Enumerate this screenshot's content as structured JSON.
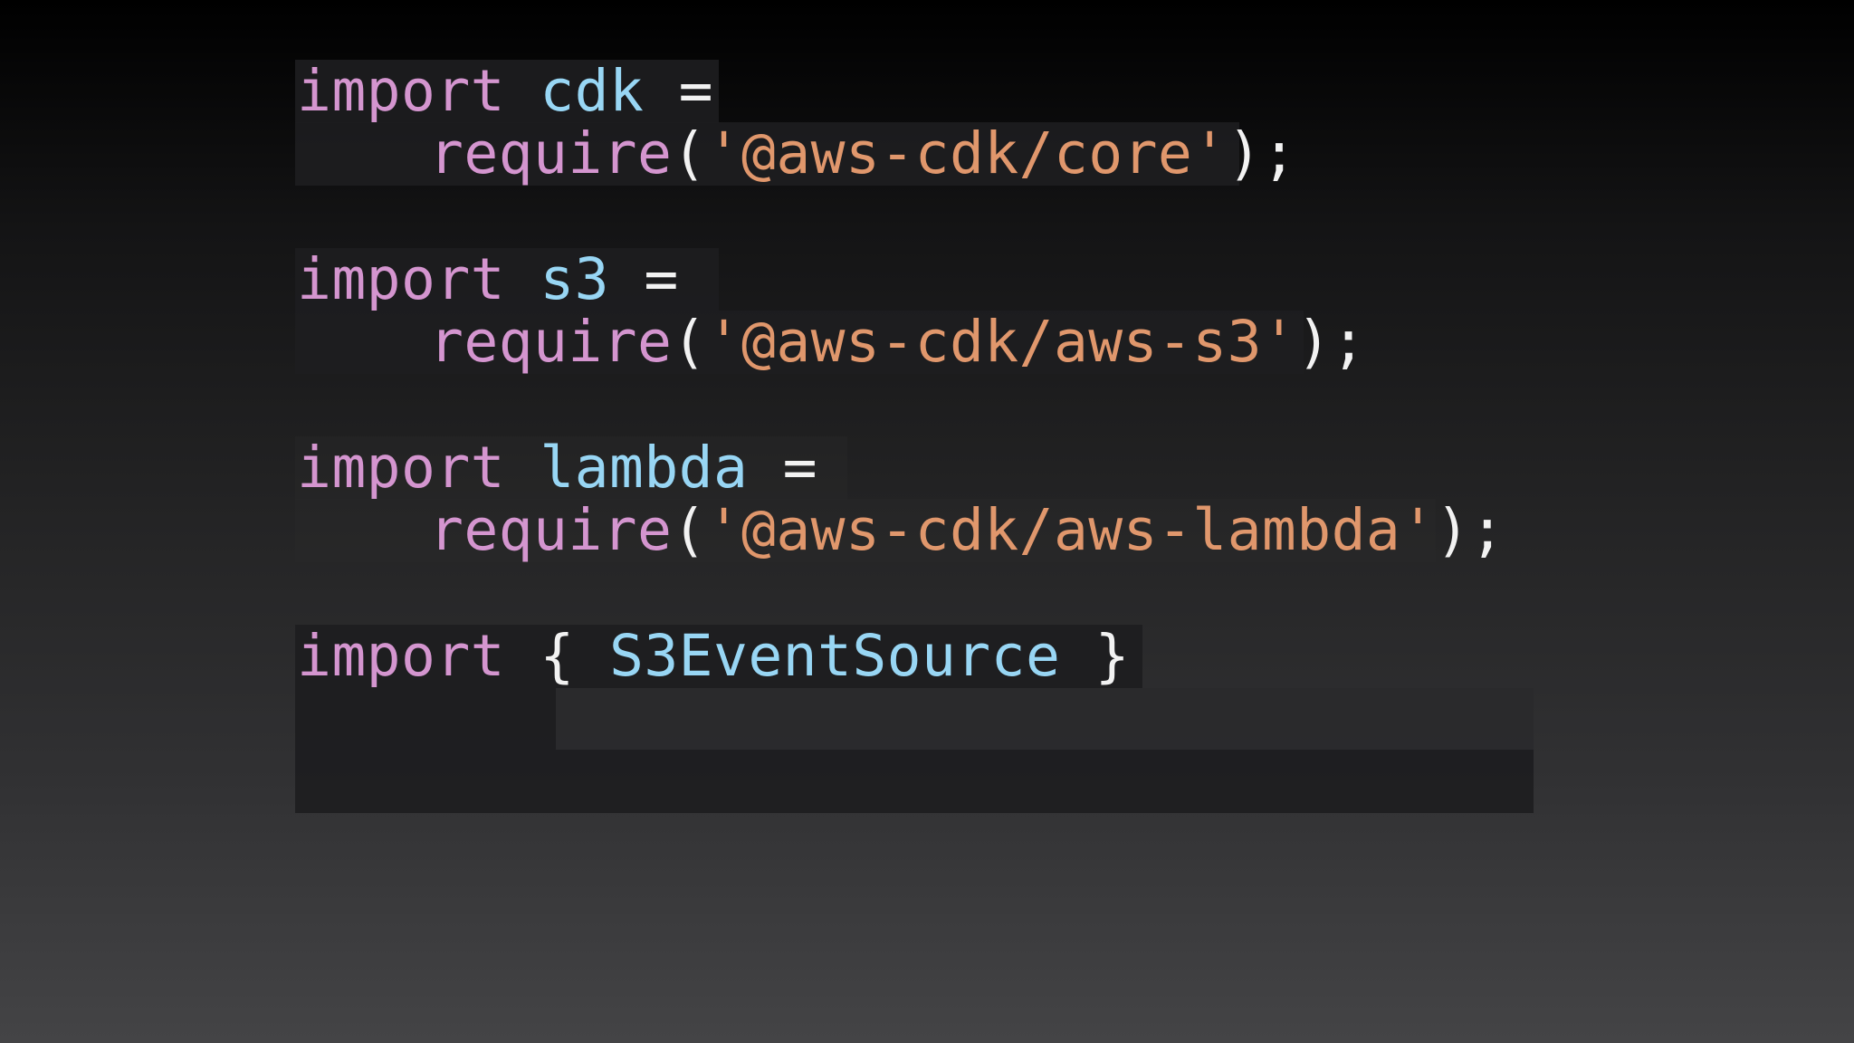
{
  "slide": {
    "blocks": [
      {
        "line1": {
          "keyword": "import",
          "name": "cdk",
          "op": "="
        },
        "line2": {
          "func": "require",
          "open": "(",
          "string": "'@aws-cdk/core'",
          "close": ");"
        }
      },
      {
        "line1": {
          "keyword": "import",
          "name": "s3",
          "op": "="
        },
        "line2": {
          "func": "require",
          "open": "(",
          "string": "'@aws-cdk/aws-s3'",
          "close": ");"
        }
      },
      {
        "line1": {
          "keyword": "import",
          "name": "lambda",
          "op": "="
        },
        "line2": {
          "func": "require",
          "open": "(",
          "string": "'@aws-cdk/aws-lambda'",
          "close": ");"
        }
      },
      {
        "line1": {
          "keyword": "import",
          "brace_open": "{",
          "name": "S3EventSource",
          "brace_close": "}"
        }
      }
    ]
  },
  "colors": {
    "keyword": "#d495cf",
    "identifier": "#98d6f4",
    "string": "#e0976c",
    "punctuation": "#f2f2f2",
    "highlight": "#1d1d1f"
  }
}
